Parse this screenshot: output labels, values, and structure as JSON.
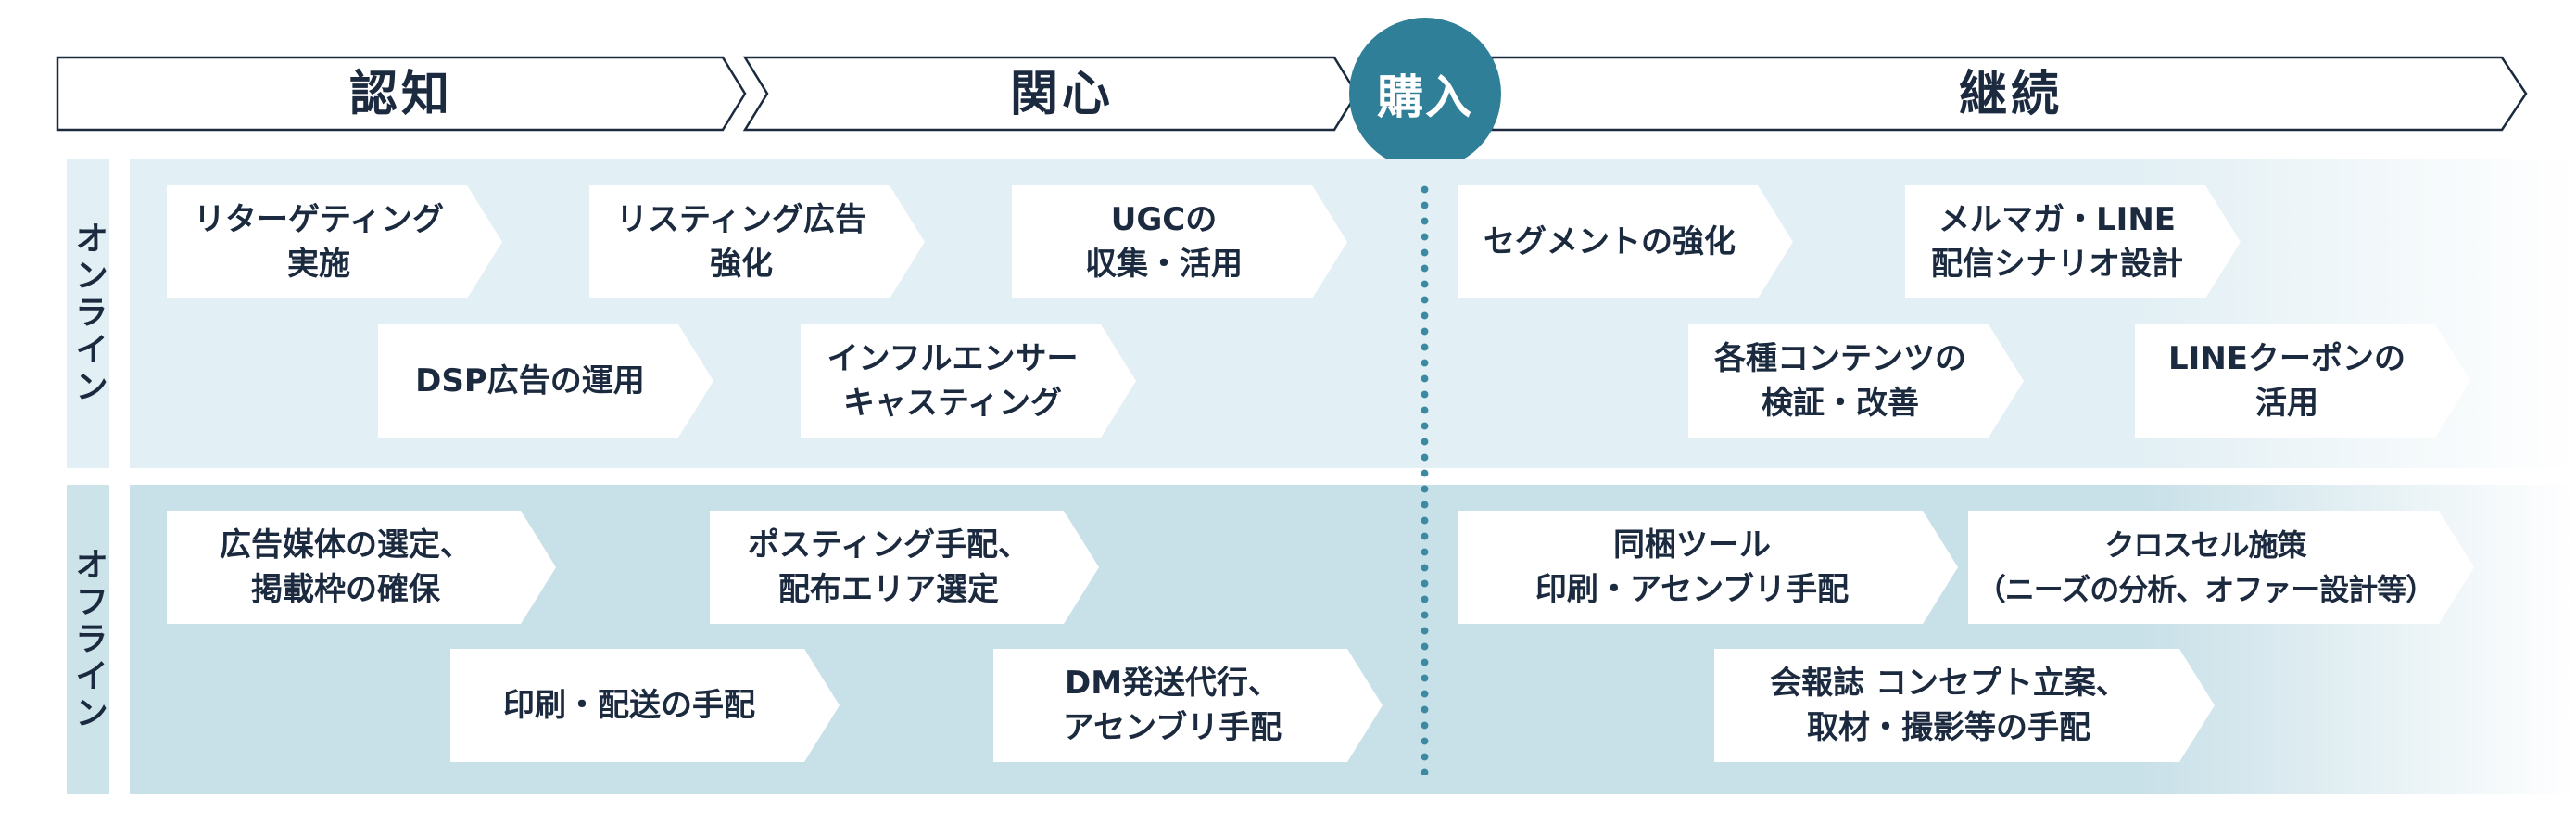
{
  "stages": [
    {
      "id": "awareness",
      "label": "認知"
    },
    {
      "id": "interest",
      "label": "関心"
    },
    {
      "id": "purchase",
      "label": "購入"
    },
    {
      "id": "retention",
      "label": "継続"
    }
  ],
  "rows": [
    {
      "id": "online",
      "label": "オンライン"
    },
    {
      "id": "offline",
      "label": "オフライン"
    }
  ],
  "tactics": {
    "online": [
      {
        "text": "リターゲティング\n実施"
      },
      {
        "text": "リスティング広告\n強化"
      },
      {
        "text": "UGCの\n収集・活用"
      },
      {
        "text": "DSP広告の運用"
      },
      {
        "text": "インフルエンサー\nキャスティング"
      },
      {
        "text": "セグメントの強化"
      },
      {
        "text": "メルマガ・LINE\n配信シナリオ設計"
      },
      {
        "text": "各種コンテンツの\n検証・改善"
      },
      {
        "text": "LINEクーポンの\n活用"
      }
    ],
    "offline": [
      {
        "text": "広告媒体の選定、\n掲載枠の確保"
      },
      {
        "text": "ポスティング手配、\n配布エリア選定"
      },
      {
        "text": "印刷・配送の手配"
      },
      {
        "text": "DM発送代行、\nアセンブリ手配"
      },
      {
        "text": "同梱ツール\n印刷・アセンブリ手配"
      },
      {
        "text": "クロスセル施策\n（ニーズの分析、オファー設計等）"
      },
      {
        "text": "会報誌 コンセプト立案、\n取材・撮影等の手配"
      }
    ]
  },
  "colors": {
    "accent": "#2f7f98",
    "online_band": "#e2eff4",
    "offline_band": "#c8e0e8",
    "text": "#1b2a3e"
  }
}
